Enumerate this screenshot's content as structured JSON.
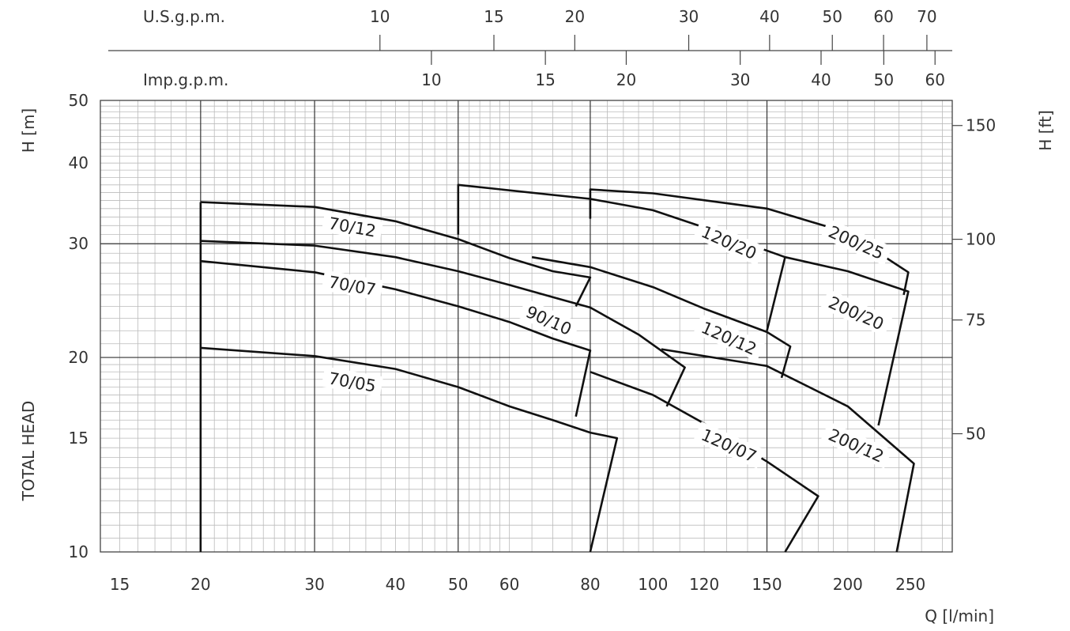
{
  "chart_data": {
    "type": "line",
    "title": "",
    "xlabel": "Q [l/min]",
    "ylabel": "TOTAL HEAD",
    "y_unit_label": "H [m]",
    "y2_unit_label": "H [ft]",
    "top_axes": [
      {
        "label": "U.S.g.p.m.",
        "ticks": [
          "10",
          "15",
          "20",
          "30",
          "40",
          "50",
          "60",
          "70"
        ]
      },
      {
        "label": "Imp.g.p.m.",
        "ticks": [
          "10",
          "15",
          "20",
          "30",
          "40",
          "50",
          "60"
        ]
      }
    ],
    "x_scale": "log",
    "y_scale": "log",
    "xlim": [
      14,
      290
    ],
    "ylim": [
      10,
      50
    ],
    "x_ticks": [
      15,
      20,
      30,
      40,
      50,
      60,
      80,
      100,
      120,
      150,
      200,
      250
    ],
    "y_ticks": [
      10,
      15,
      20,
      30,
      40,
      50
    ],
    "y2_ticks_ft": [
      50,
      75,
      100,
      150
    ],
    "grid": true,
    "series": [
      {
        "name": "70/05",
        "x": [
          20,
          30,
          40,
          50,
          60,
          70,
          80,
          88,
          80
        ],
        "y": [
          20.7,
          20.1,
          19.2,
          18.0,
          16.8,
          16.0,
          15.3,
          15.0,
          10.0
        ]
      },
      {
        "name": "70/07",
        "x": [
          20,
          30,
          40,
          50,
          60,
          70,
          80,
          76
        ],
        "y": [
          28.2,
          27.1,
          25.5,
          24.0,
          22.7,
          21.4,
          20.5,
          16.2
        ]
      },
      {
        "name": "70/12",
        "x": [
          20,
          30,
          40,
          50,
          60,
          70,
          80,
          76
        ],
        "y": [
          34.8,
          34.2,
          32.5,
          30.5,
          28.5,
          27.2,
          26.6,
          24.0
        ]
      },
      {
        "name": "90/10",
        "x": [
          20,
          30,
          40,
          50,
          60,
          70,
          80,
          95,
          112,
          105
        ],
        "y": [
          30.3,
          29.8,
          28.6,
          27.2,
          25.9,
          24.8,
          23.9,
          21.7,
          19.3,
          16.8
        ]
      },
      {
        "name": "120/07",
        "x": [
          80,
          100,
          120,
          150,
          180,
          160
        ],
        "y": [
          19.0,
          17.5,
          15.8,
          13.8,
          12.2,
          10.0
        ]
      },
      {
        "name": "120/12",
        "x": [
          65,
          80,
          100,
          120,
          150,
          163,
          158
        ],
        "y": [
          28.6,
          27.6,
          25.7,
          23.8,
          21.9,
          20.8,
          18.6
        ]
      },
      {
        "name": "120/20",
        "x": [
          50,
          50,
          80,
          100,
          120,
          140,
          160,
          150
        ],
        "y": [
          31.0,
          37.0,
          35.2,
          33.8,
          31.8,
          30.0,
          28.6,
          22.0
        ]
      },
      {
        "name": "200/12",
        "x": [
          103,
          150,
          200,
          253,
          238
        ],
        "y": [
          20.6,
          19.4,
          16.8,
          13.7,
          10.0
        ]
      },
      {
        "name": "200/20",
        "x": [
          160,
          200,
          248,
          223
        ],
        "y": [
          28.6,
          27.2,
          25.3,
          15.7
        ]
      },
      {
        "name": "200/25",
        "x": [
          80,
          80,
          100,
          150,
          200,
          248,
          244
        ],
        "y": [
          32.8,
          36.4,
          35.9,
          34.0,
          31.2,
          27.1,
          25.0
        ]
      }
    ],
    "curve_labels": [
      {
        "text": "70/12",
        "x": 34.3,
        "y": 31.8,
        "rotate": 10
      },
      {
        "text": "70/07",
        "x": 34.3,
        "y": 25.8,
        "rotate": 10
      },
      {
        "text": "70/05",
        "x": 34.3,
        "y": 18.3,
        "rotate": 10
      },
      {
        "text": "90/10",
        "x": 69.0,
        "y": 22.8,
        "rotate": 24
      },
      {
        "text": "120/20",
        "x": 131,
        "y": 30.1,
        "rotate": 24
      },
      {
        "text": "120/12",
        "x": 131,
        "y": 21.4,
        "rotate": 24
      },
      {
        "text": "120/07",
        "x": 131,
        "y": 14.6,
        "rotate": 24
      },
      {
        "text": "200/25",
        "x": 206,
        "y": 30.1,
        "rotate": 24
      },
      {
        "text": "200/20",
        "x": 206,
        "y": 23.4,
        "rotate": 24
      },
      {
        "text": "200/12",
        "x": 206,
        "y": 14.6,
        "rotate": 24
      }
    ],
    "colors": {
      "grid": "#bbbbbb",
      "grid_major": "#333333",
      "curve": "#111111",
      "text": "#333333"
    }
  }
}
